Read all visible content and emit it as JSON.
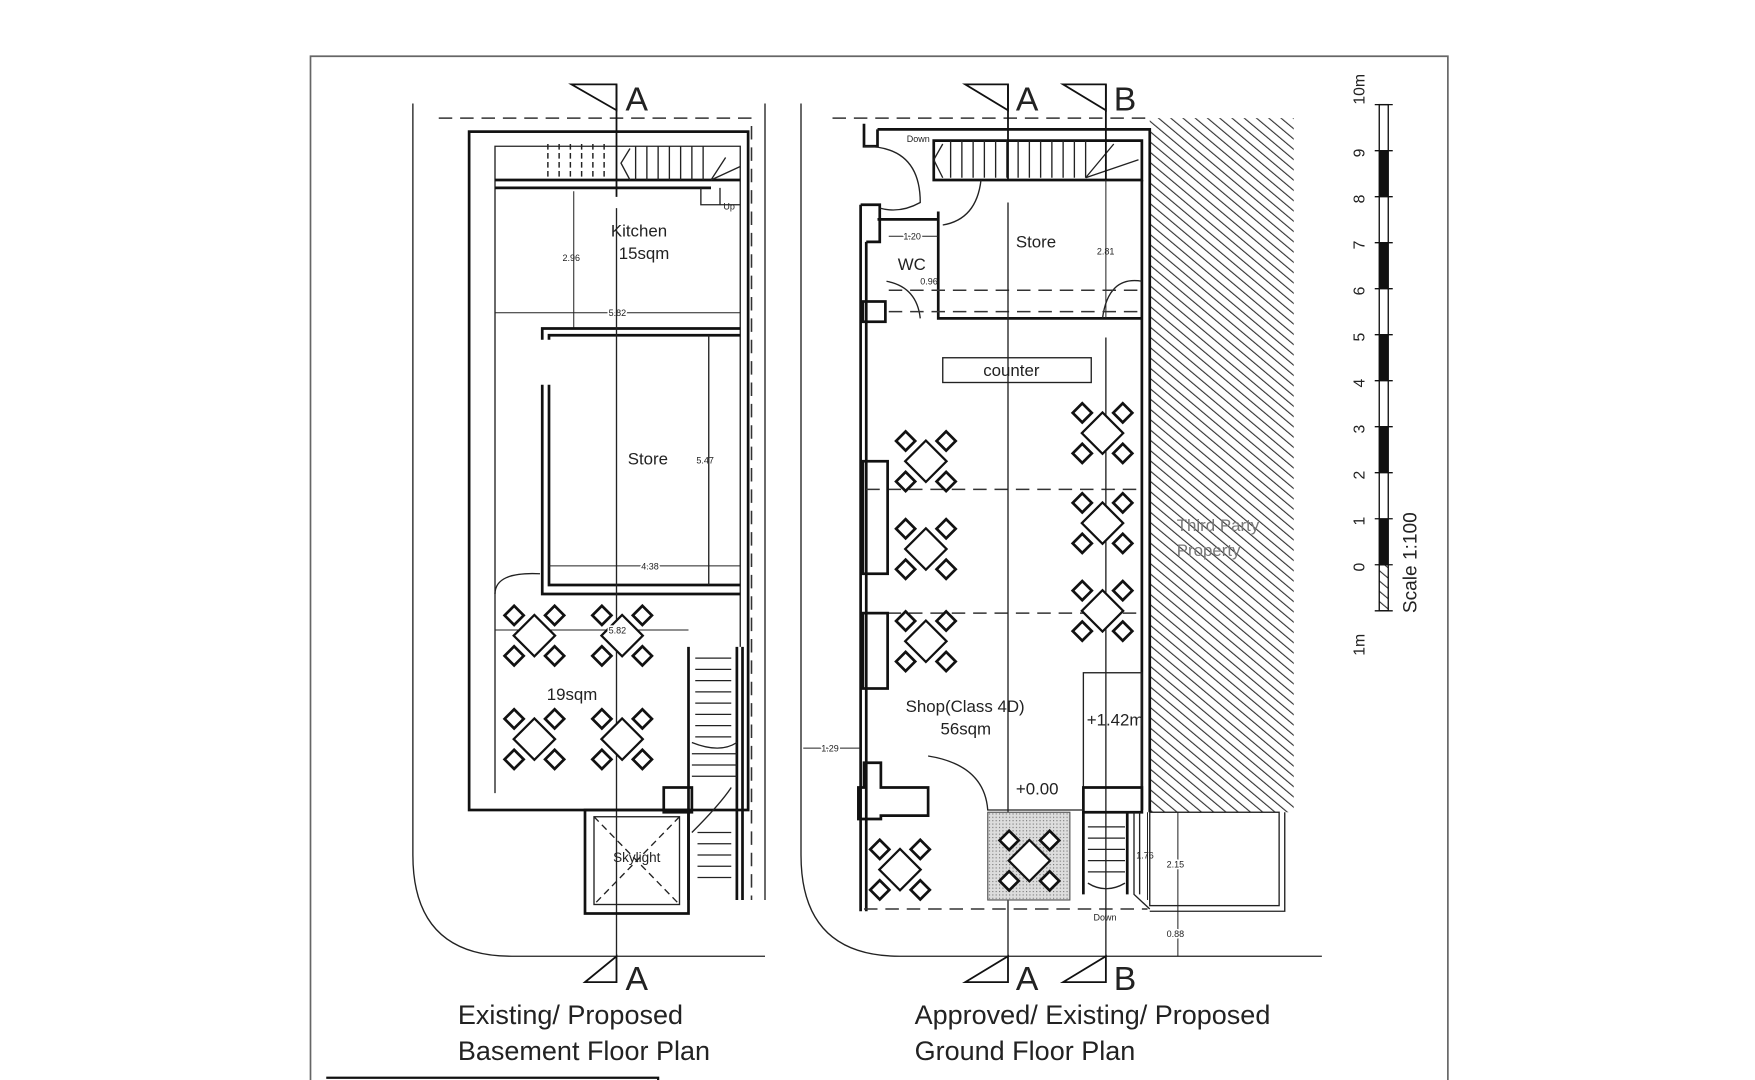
{
  "basement": {
    "section_top": "A",
    "section_bottom": "A",
    "rooms": {
      "kitchen": "Kitchen",
      "kitchen_area": "15sqm",
      "store": "Store",
      "dining_area": "19sqm",
      "skylight": "Skylight",
      "up": "Up"
    },
    "dimensions": {
      "kitchen_depth": "2.96",
      "kitchen_width": "5.82",
      "store_depth": "5.47",
      "store_width": "4.38",
      "dining_width": "5.82"
    },
    "title_line1": "Existing/ Proposed",
    "title_line2": "Basement Floor Plan"
  },
  "ground": {
    "section_a_top": "A",
    "section_b_top": "B",
    "section_a_bottom": "A",
    "section_b_bottom": "B",
    "rooms": {
      "store": "Store",
      "wc": "WC",
      "counter": "counter",
      "shop": "Shop(Class 4D)",
      "shop_area": "56sqm",
      "third_party_line1": "Third Party",
      "third_party_line2": "Property",
      "down_top": "Down",
      "down_bottom": "Down"
    },
    "levels": {
      "raised": "+1.42m",
      "ground": "+0.00"
    },
    "dimensions": {
      "wc_width": "1.20",
      "wc_depth": "0.96",
      "store_depth": "2.81",
      "setback": "1.29",
      "ramp_depth": "1.76",
      "yard_depth": "2.15",
      "pavement": "0.88"
    },
    "title_line1": "Approved/ Existing/ Proposed",
    "title_line2": "Ground Floor Plan"
  },
  "scale_bar": {
    "ticks": [
      "1m",
      "0",
      "1",
      "2",
      "3",
      "4",
      "5",
      "6",
      "7",
      "8",
      "9",
      "10m"
    ],
    "label": "Scale 1:100"
  },
  "colors": {
    "line": "#111111",
    "hatch": "#333333",
    "background": "#ffffff"
  }
}
